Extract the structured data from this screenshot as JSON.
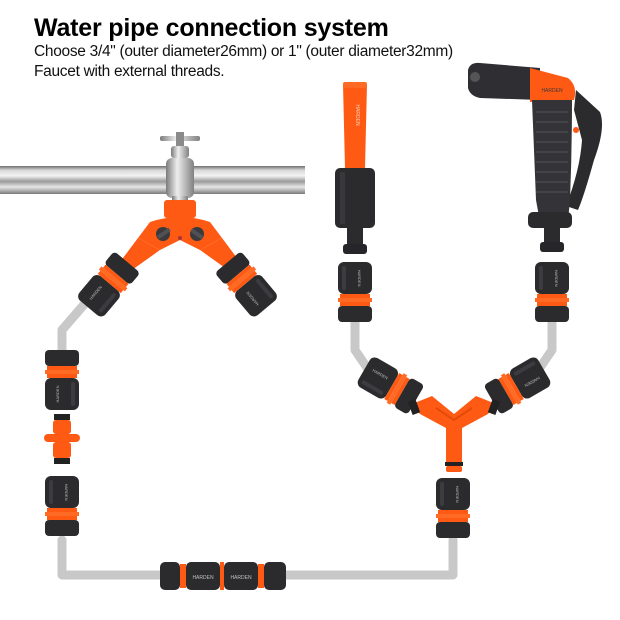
{
  "header": {
    "title": "Water pipe connection system",
    "subtitle_line1": "Choose 3/4\" (outer diameter26mm) or 1\" (outer diameter32mm)",
    "subtitle_line2": "Faucet with external threads."
  },
  "brand": "HARDEN",
  "colors": {
    "orange": "#ff5a14",
    "black": "#2b2b2e",
    "hose": "#c8c8c8",
    "steel": "#a9a9a9"
  },
  "components": [
    {
      "name": "wall-pipe-with-faucet"
    },
    {
      "name": "two-way-y-valve"
    },
    {
      "name": "quick-connector"
    },
    {
      "name": "double-male-coupler"
    },
    {
      "name": "inline-hose-mender"
    },
    {
      "name": "three-way-y-connector"
    },
    {
      "name": "adjustable-hose-nozzle"
    },
    {
      "name": "pistol-spray-gun"
    }
  ]
}
